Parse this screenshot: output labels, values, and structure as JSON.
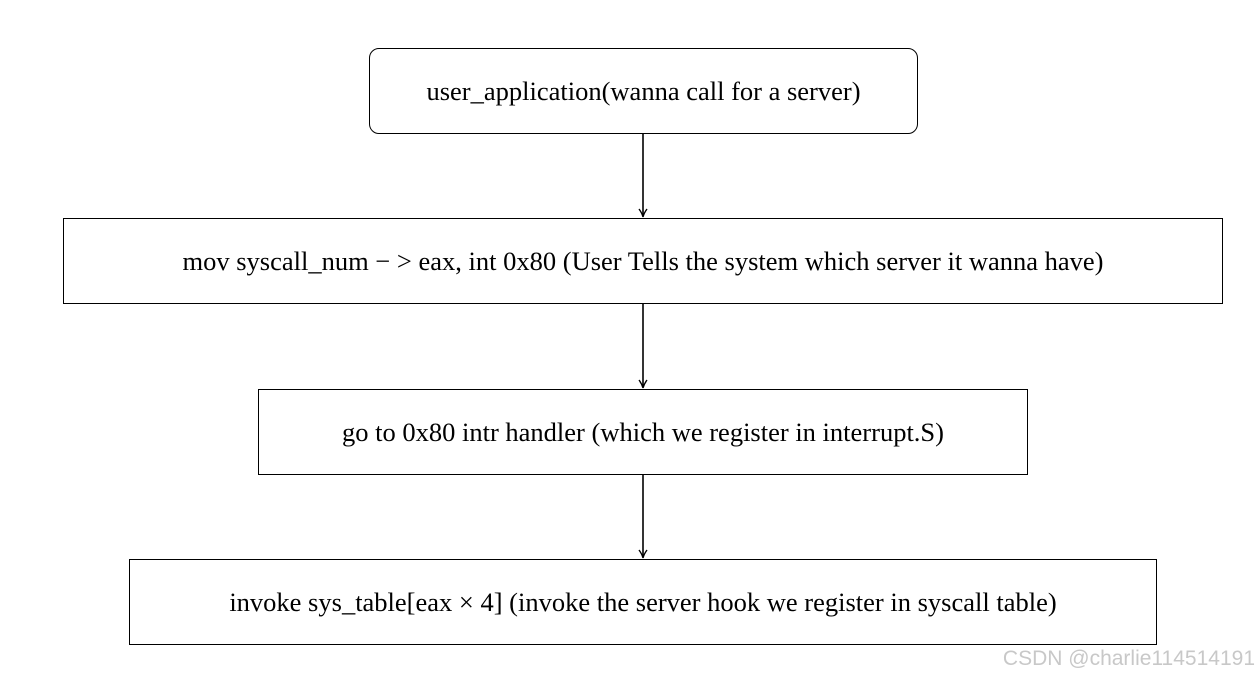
{
  "diagram": {
    "nodes": [
      {
        "id": "n1",
        "label": "user_application(wanna call for a server)"
      },
      {
        "id": "n2",
        "label": "mov syscall_num − > eax, int 0x80 (User Tells the system which server it wanna have)"
      },
      {
        "id": "n3",
        "label": "go to 0x80 intr handler (which we register in interrupt.S)"
      },
      {
        "id": "n4",
        "label": "invoke sys_table[eax × 4] (invoke the server hook we register in syscall table)"
      }
    ],
    "edges": [
      {
        "from": "n1",
        "to": "n2"
      },
      {
        "from": "n2",
        "to": "n3"
      },
      {
        "from": "n3",
        "to": "n4"
      }
    ]
  },
  "watermark": "CSDN @charlie114514191",
  "colors": {
    "line": "#000000",
    "background": "#ffffff",
    "watermark": "#c8c8c8"
  }
}
